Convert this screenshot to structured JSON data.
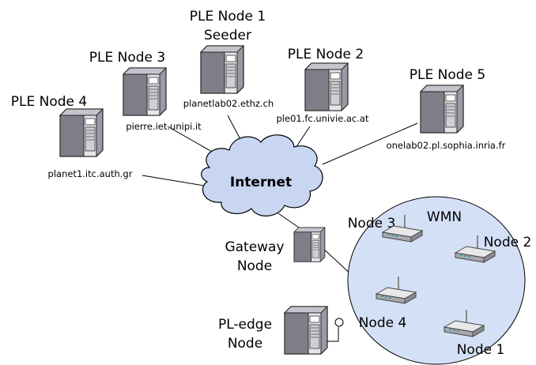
{
  "nodes": {
    "ple1": {
      "title_line1": "PLE Node 1",
      "title_line2": "Seeder",
      "host": "planetlab02.ethz.ch"
    },
    "ple2": {
      "title": "PLE Node 2",
      "host": "ple01.fc.univie.ac.at"
    },
    "ple3": {
      "title": "PLE Node 3",
      "host": "pierre.iet.unipi.it"
    },
    "ple4": {
      "title": "PLE Node 4",
      "host": "planet1.itc.auth.gr"
    },
    "ple5": {
      "title": "PLE Node 5",
      "host": "onelab02.pl.sophia.inria.fr"
    },
    "gateway": {
      "line1": "Gateway",
      "line2": "Node"
    },
    "pledge": {
      "line1": "PL-edge",
      "line2": "Node"
    }
  },
  "internet": {
    "label": "Internet"
  },
  "wmn": {
    "label": "WMN",
    "routers": [
      {
        "label": "Node 1"
      },
      {
        "label": "Node 2"
      },
      {
        "label": "Node 3"
      },
      {
        "label": "Node 4"
      }
    ]
  },
  "colors": {
    "cloud": "#c8d6f2",
    "wmn_fill": "#d4e0f6",
    "server_body": "#dcdcdc",
    "server_front": "#bdbdc4",
    "router": "#c9c9c9",
    "led": "#4aa39a"
  }
}
